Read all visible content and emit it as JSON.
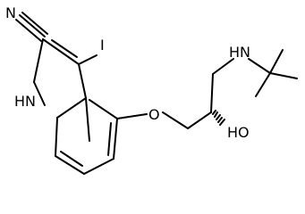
{
  "structure": {
    "atom_labels": {
      "nitrile_n": "N",
      "iodine": "I",
      "ring_nh": "H",
      "ring_n": "N",
      "ether_o": "O",
      "hydroxyl": "HO",
      "amine_nh": "H",
      "amine_n": "N"
    }
  }
}
